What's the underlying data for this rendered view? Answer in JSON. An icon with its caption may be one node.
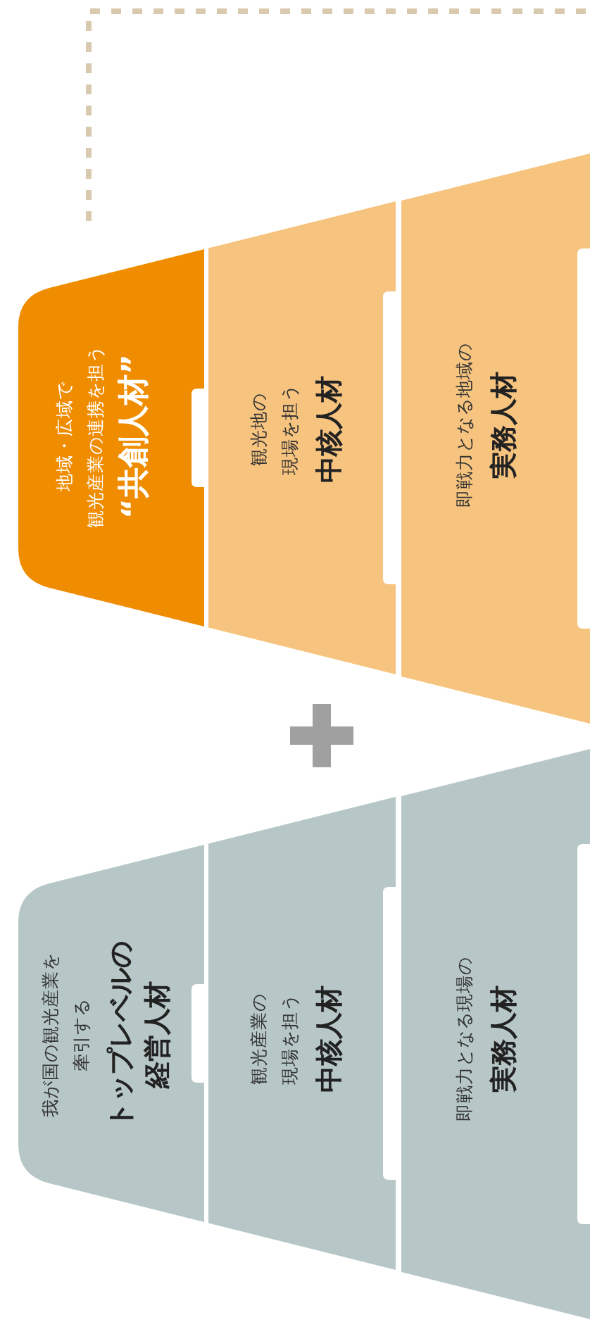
{
  "diagram": {
    "nodes": [
      {
        "text": [
          "地域・広域で観光産業の連携を担う",
          "“共創人材”"
        ]
      },
      {
        "text": [
          "観光地の現場を担う",
          "中核人材"
        ]
      },
      {
        "text": [
          "即戦力となる地域の",
          "実務人材"
        ]
      },
      {
        "text": [
          "我が国の観光産業を牽引する",
          "トップレベルの経営人材"
        ]
      },
      {
        "text": [
          "観光産業の現場を担う",
          "中核人材"
        ]
      },
      {
        "text": [
          "即戦力となる現場の",
          "実務人材"
        ]
      }
    ]
  }
}
